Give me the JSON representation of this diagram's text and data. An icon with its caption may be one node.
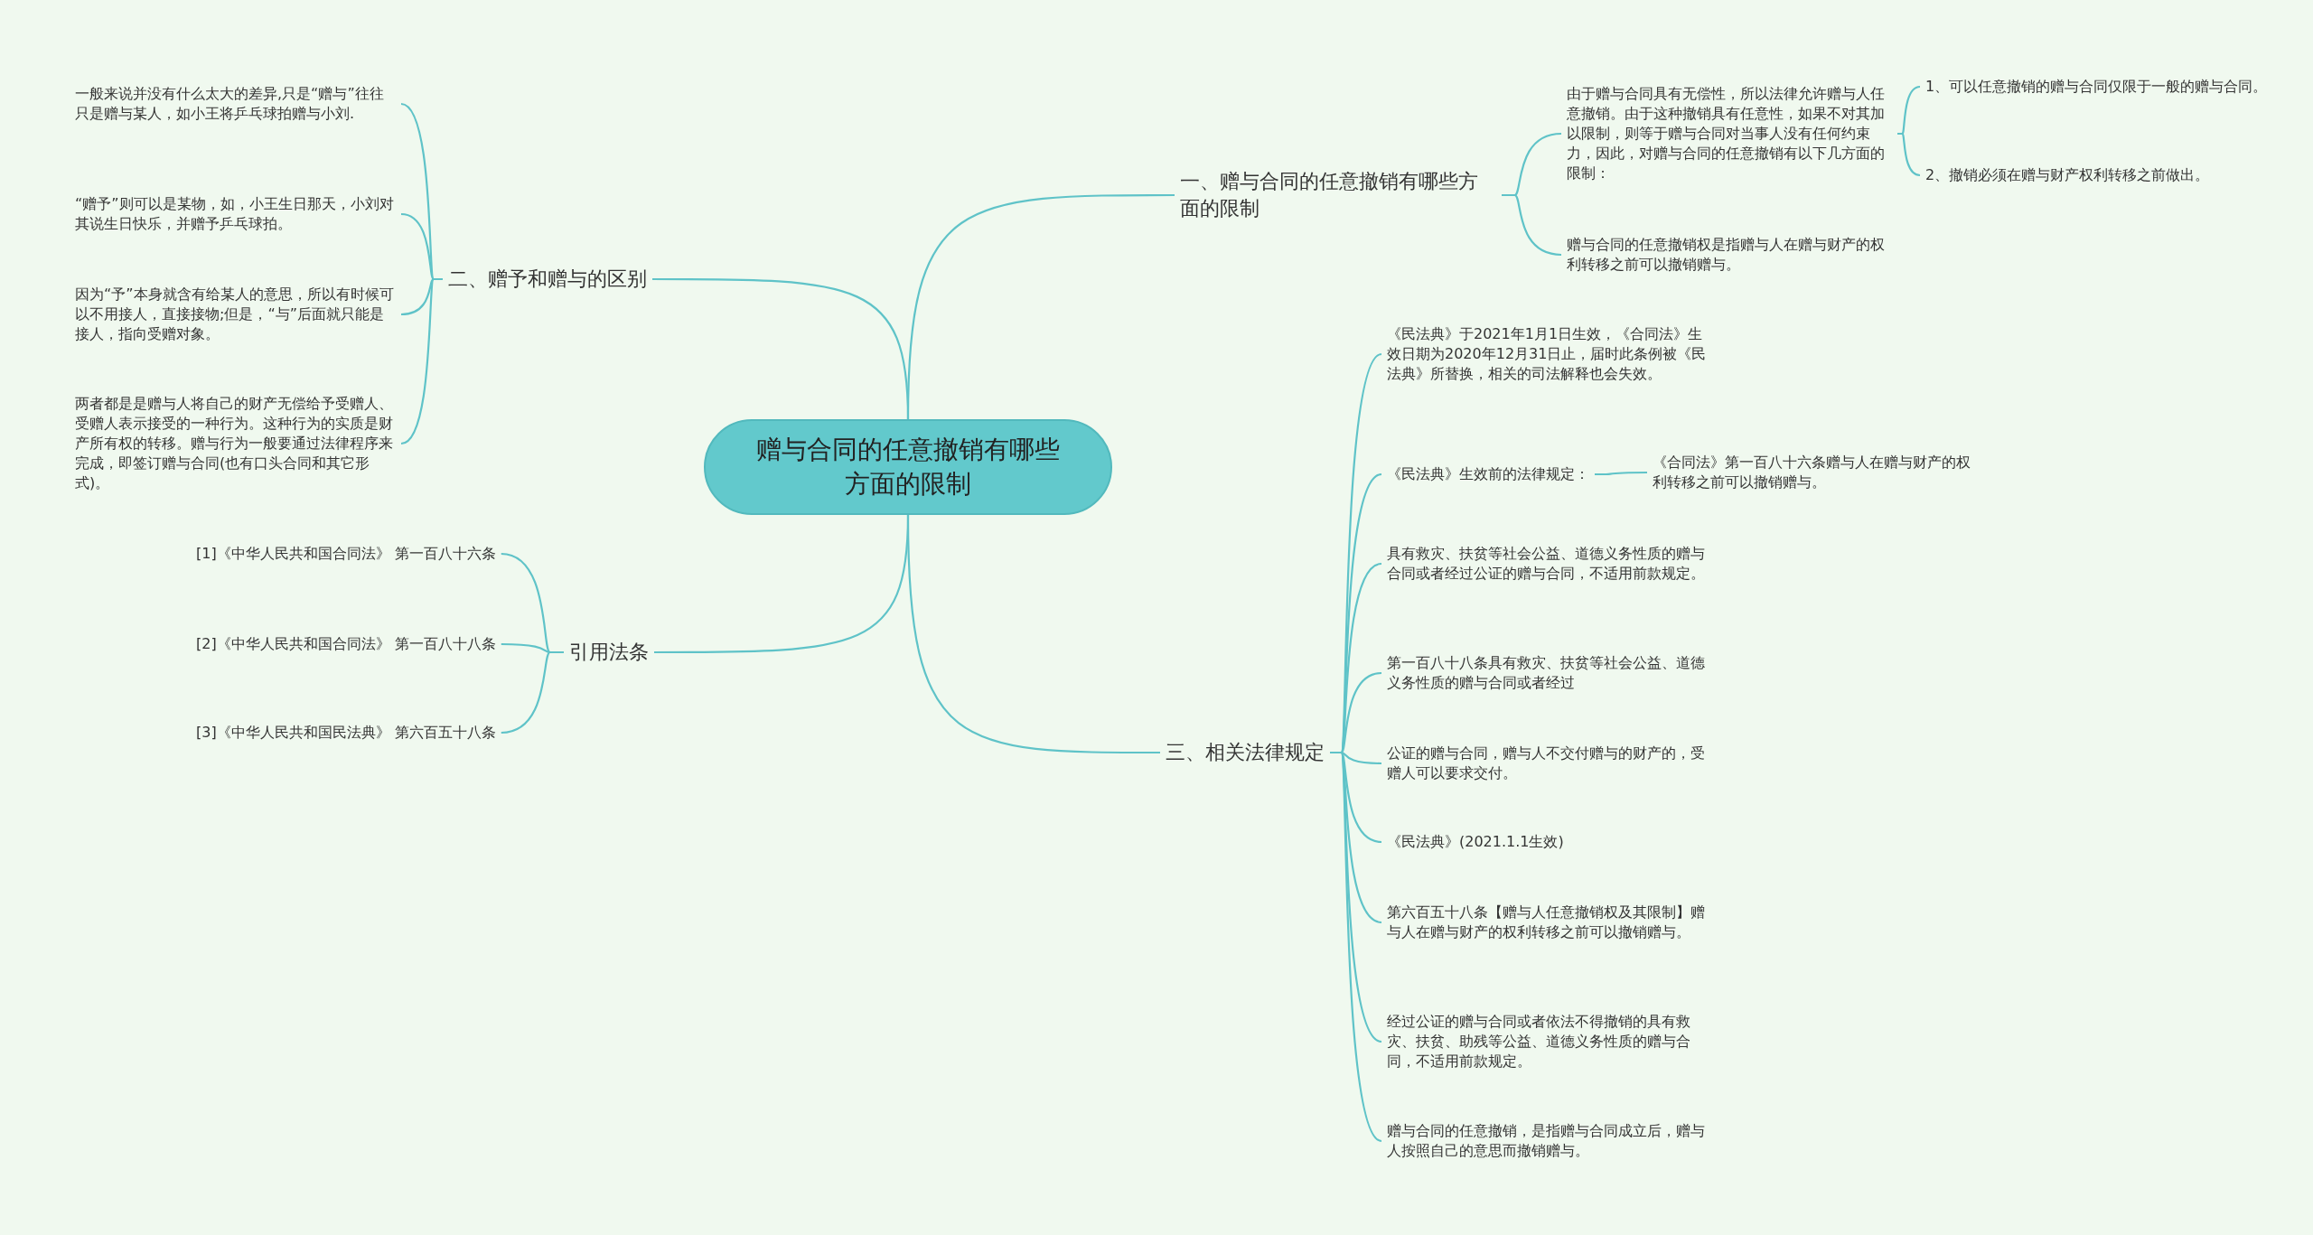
{
  "diagram": {
    "nodes": [
      {
        "text": [
          "赠与合同的任意撤销有哪些方面的限制"
        ]
      },
      {
        "text": [
          "一、赠与合同的任意撤销有哪些方面的限制"
        ]
      },
      {
        "text": [
          "由于赠与合同具有无偿性，所以法律允许赠与人任意撤销。由于这种撤销具有任意性，如果不对其加以限制，则等于赠与合同对当事人没有任何约束力，因此，对赠与合同的任意撤销有以下几方面的限制："
        ]
      },
      {
        "text": [
          "1、可以任意撤销的赠与合同仅限于一般的赠与合同。"
        ]
      },
      {
        "text": [
          "2、撤销必须在赠与财产权利转移之前做出。"
        ]
      },
      {
        "text": [
          "赠与合同的任意撤销权是指赠与人在赠与财产的权利转移之前可以撤销赠与。"
        ]
      },
      {
        "text": [
          "二、赠予和赠与的区别"
        ]
      },
      {
        "text": [
          "一般来说并没有什么太大的差异,只是“赠与”往往只是赠与某人，如小王将乒乓球拍赠与小刘."
        ]
      },
      {
        "text": [
          "“赠予”则可以是某物，如，小王生日那天，小刘对其说生日快乐，并赠予乒乓球拍。"
        ]
      },
      {
        "text": [
          "因为“予”本身就含有给某人的意思，所以有时候可以不用接人，直接接物;但是，“与”后面就只能是接人，指向受赠对象。"
        ]
      },
      {
        "text": [
          "两者都是是赠与人将自己的财产无偿给予受赠人、受赠人表示接受的一种行为。这种行为的实质是财产所有权的转移。赠与行为一般要通过法律程序来完成，即签订赠与合同(也有口头合同和其它形式)。"
        ]
      },
      {
        "text": [
          "引用法条"
        ]
      },
      {
        "text": [
          "[1]《中华人民共和国合同法》 第一百八十六条"
        ]
      },
      {
        "text": [
          "[2]《中华人民共和国合同法》 第一百八十八条"
        ]
      },
      {
        "text": [
          "[3]《中华人民共和国民法典》 第六百五十八条"
        ]
      },
      {
        "text": [
          "三、相关法律规定"
        ]
      },
      {
        "text": [
          "《民法典》于2021年1月1日生效，《合同法》生效日期为2020年12月31日止，届时此条例被《民法典》所替换，相关的司法解释也会失效。"
        ]
      },
      {
        "text": [
          "《民法典》生效前的法律规定："
        ]
      },
      {
        "text": [
          "《合同法》第一百八十六条赠与人在赠与财产的权利转移之前可以撤销赠与。"
        ]
      },
      {
        "text": [
          "具有救灾、扶贫等社会公益、道德义务性质的赠与合同或者经过公证的赠与合同，不适用前款规定。"
        ]
      },
      {
        "text": [
          "第一百八十八条具有救灾、扶贫等社会公益、道德义务性质的赠与合同或者经过"
        ]
      },
      {
        "text": [
          "公证的赠与合同，赠与人不交付赠与的财产的，受赠人可以要求交付。"
        ]
      },
      {
        "text": [
          "《民法典》(2021.1.1生效)"
        ]
      },
      {
        "text": [
          "第六百五十八条【赠与人任意撤销权及其限制】赠与人在赠与财产的权利转移之前可以撤销赠与。"
        ]
      },
      {
        "text": [
          "经过公证的赠与合同或者依法不得撤销的具有救灾、扶贫、助残等公益、道德义务性质的赠与合同，不适用前款规定。"
        ]
      },
      {
        "text": [
          "赠与合同的任意撤销，是指赠与合同成立后，赠与人按照自己的意思而撤销赠与。"
        ]
      }
    ],
    "edges": [
      {
        "from": 0,
        "to": 1,
        "arrow": "none"
      },
      {
        "from": 1,
        "to": 2,
        "arrow": "none"
      },
      {
        "from": 2,
        "to": 3,
        "arrow": "none"
      },
      {
        "from": 2,
        "to": 4,
        "arrow": "none"
      },
      {
        "from": 1,
        "to": 5,
        "arrow": "none"
      },
      {
        "from": 0,
        "to": 6,
        "arrow": "none"
      },
      {
        "from": 6,
        "to": 7,
        "arrow": "none"
      },
      {
        "from": 6,
        "to": 8,
        "arrow": "none"
      },
      {
        "from": 6,
        "to": 9,
        "arrow": "none"
      },
      {
        "from": 6,
        "to": 10,
        "arrow": "none"
      },
      {
        "from": 0,
        "to": 11,
        "arrow": "none"
      },
      {
        "from": 11,
        "to": 12,
        "arrow": "none"
      },
      {
        "from": 11,
        "to": 13,
        "arrow": "none"
      },
      {
        "from": 11,
        "to": 14,
        "arrow": "none"
      },
      {
        "from": 0,
        "to": 15,
        "arrow": "none"
      },
      {
        "from": 15,
        "to": 16,
        "arrow": "none"
      },
      {
        "from": 15,
        "to": 17,
        "arrow": "none"
      },
      {
        "from": 17,
        "to": 18,
        "arrow": "none"
      },
      {
        "from": 15,
        "to": 19,
        "arrow": "none"
      },
      {
        "from": 15,
        "to": 20,
        "arrow": "none"
      },
      {
        "from": 15,
        "to": 21,
        "arrow": "none"
      },
      {
        "from": 15,
        "to": 22,
        "arrow": "none"
      },
      {
        "from": 15,
        "to": 23,
        "arrow": "none"
      },
      {
        "from": 15,
        "to": 24,
        "arrow": "none"
      },
      {
        "from": 15,
        "to": 25,
        "arrow": "none"
      }
    ]
  }
}
